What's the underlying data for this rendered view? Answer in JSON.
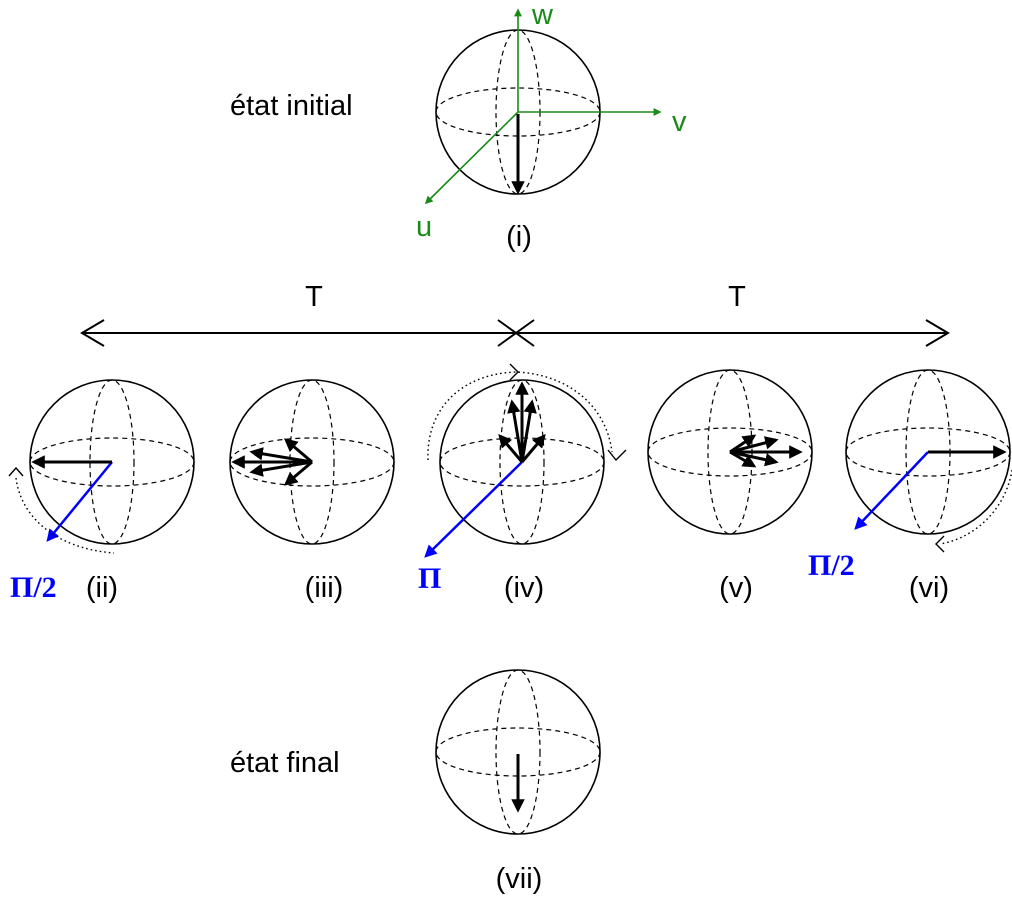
{
  "labels": {
    "initial_state": "état initial",
    "final_state": "état final",
    "period_left": "T",
    "period_right": "T"
  },
  "axes": {
    "u": "u",
    "v": "v",
    "w": "w"
  },
  "spheres": [
    {
      "id": "i",
      "label": "(i)"
    },
    {
      "id": "ii",
      "label": "(ii)",
      "pulse": "Π/2"
    },
    {
      "id": "iii",
      "label": "(iii)"
    },
    {
      "id": "iv",
      "label": "(iv)",
      "pulse": "Π"
    },
    {
      "id": "v",
      "label": "(v)"
    },
    {
      "id": "vi",
      "label": "(vi)",
      "pulse": "Π/2"
    },
    {
      "id": "vii",
      "label": "(vii)"
    }
  ],
  "colors": {
    "axes": "#1a8a1a",
    "pulse": "#0000ff",
    "vectors": "#000000"
  }
}
